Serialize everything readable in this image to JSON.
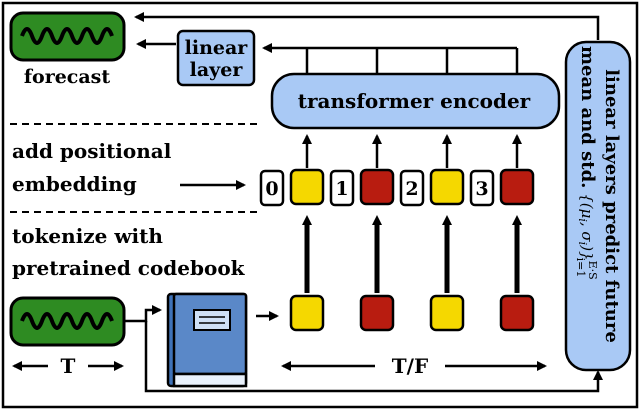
{
  "labels": {
    "forecast": "forecast",
    "linear_layer_line1": "linear",
    "linear_layer_line2": "layer",
    "transformer_encoder": "transformer encoder",
    "positional_line1": "add positional",
    "positional_line2": "embedding",
    "tokenize_line1": "tokenize with",
    "tokenize_line2": "pretrained codebook",
    "input_length": "T",
    "token_span": "T/F",
    "side_line1": "linear layers predict future",
    "side_line2": "mean and std."
  },
  "position_indices": [
    "0",
    "1",
    "2",
    "3"
  ],
  "token_colors": [
    "yellow",
    "red",
    "yellow",
    "red"
  ],
  "colors": {
    "yellow": "#f5d800",
    "red": "#b81c10",
    "blue": "#a9c9f5",
    "green": "#2e8b22",
    "book_blue": "#5a88c8"
  }
}
